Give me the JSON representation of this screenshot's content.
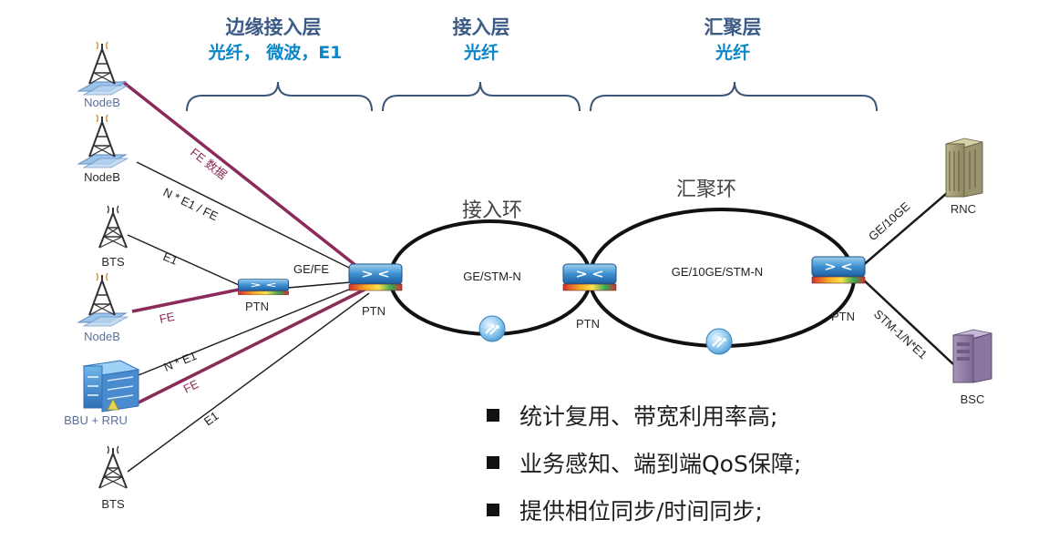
{
  "layers": [
    {
      "title": "边缘接入层",
      "subtitle": "光纤， 微波，E1"
    },
    {
      "title": "接入层",
      "subtitle": "光纤"
    },
    {
      "title": "汇聚层",
      "subtitle": "光纤"
    }
  ],
  "rings": {
    "access": {
      "name": "接入环",
      "protocol": "GE/STM-N"
    },
    "aggregation": {
      "name": "汇聚环",
      "protocol": "GE/10GE/STM-N"
    }
  },
  "devices": {
    "nodeb_top": "NodeB",
    "nodeb_2": "NodeB",
    "bts_top": "BTS",
    "nodeb_3": "NodeB",
    "bbu": "BBU + RRU",
    "bts_bottom": "BTS",
    "ptn_small": "PTN",
    "ptn_main": "PTN",
    "ptn_mid": "PTN",
    "ptn_right": "PTN",
    "rnc": "RNC",
    "bsc": "BSC"
  },
  "links": {
    "fe_data": "FE 数据",
    "n_e1_fe": "N * E1 / FE",
    "e1_top": "E1",
    "fe_mid": "FE",
    "ge_fe": "GE/FE",
    "n_e1": "N * E1",
    "fe_bbu": "FE",
    "e1_bottom": "E1",
    "ge_10ge": "GE/10GE",
    "stm": "STM-1/N*E1"
  },
  "features": [
    "统计复用、带宽利用率高;",
    "业务感知、端到端QoS保障;",
    "提供相位同步/时间同步;"
  ],
  "colors": {
    "header_blue": "#0b86c6",
    "fe_line": "#8b2a5b",
    "plain_line": "#1a1a1a"
  }
}
